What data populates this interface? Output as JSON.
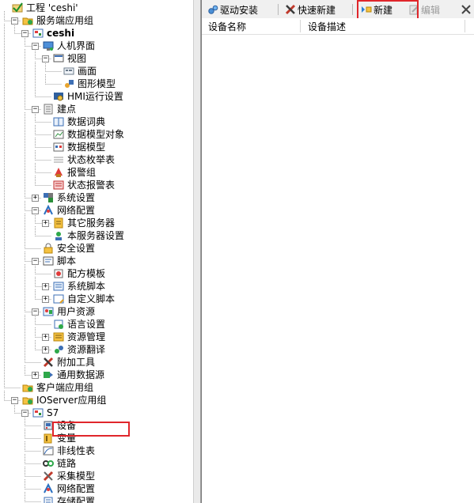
{
  "tree": [
    {
      "label": "工程 'ceshi'",
      "icon": "project-check-icon",
      "toggle": ""
    },
    {
      "label": "服务端应用组",
      "icon": "app-group-icon",
      "toggle": "-"
    },
    {
      "label": "ceshi",
      "icon": "project-node-icon",
      "toggle": "-",
      "bold": true
    },
    {
      "label": "人机界面",
      "icon": "hmi-icon",
      "toggle": "-"
    },
    {
      "label": "视图",
      "icon": "view-icon",
      "toggle": "-"
    },
    {
      "label": "画面",
      "icon": "screen-icon",
      "toggle": ""
    },
    {
      "label": "图形模型",
      "icon": "graphic-model-icon",
      "toggle": ""
    },
    {
      "label": "HMI运行设置",
      "icon": "hmi-settings-icon",
      "toggle": ""
    },
    {
      "label": "建点",
      "icon": "points-icon",
      "toggle": "-"
    },
    {
      "label": "数据词典",
      "icon": "dictionary-icon",
      "toggle": ""
    },
    {
      "label": "数据模型对象",
      "icon": "data-model-object-icon",
      "toggle": ""
    },
    {
      "label": "数据模型",
      "icon": "data-model-icon",
      "toggle": ""
    },
    {
      "label": "状态枚举表",
      "icon": "enum-table-icon",
      "toggle": ""
    },
    {
      "label": "报警组",
      "icon": "alarm-group-icon",
      "toggle": ""
    },
    {
      "label": "状态报警表",
      "icon": "status-alarm-icon",
      "toggle": ""
    },
    {
      "label": "系统设置",
      "icon": "system-settings-icon",
      "toggle": "+"
    },
    {
      "label": "网络配置",
      "icon": "network-config-icon",
      "toggle": "-"
    },
    {
      "label": "其它服务器",
      "icon": "other-server-icon",
      "toggle": "+"
    },
    {
      "label": "本服务器设置",
      "icon": "local-server-icon",
      "toggle": ""
    },
    {
      "label": "安全设置",
      "icon": "security-icon",
      "toggle": ""
    },
    {
      "label": "脚本",
      "icon": "script-icon",
      "toggle": "-"
    },
    {
      "label": "配方模板",
      "icon": "recipe-icon",
      "toggle": ""
    },
    {
      "label": "系统脚本",
      "icon": "system-script-icon",
      "toggle": "+"
    },
    {
      "label": "自定义脚本",
      "icon": "custom-script-icon",
      "toggle": "+"
    },
    {
      "label": "用户资源",
      "icon": "user-resource-icon",
      "toggle": "-"
    },
    {
      "label": "语言设置",
      "icon": "language-icon",
      "toggle": ""
    },
    {
      "label": "资源管理",
      "icon": "resource-manage-icon",
      "toggle": "+"
    },
    {
      "label": "资源翻译",
      "icon": "resource-translate-icon",
      "toggle": "+"
    },
    {
      "label": "附加工具",
      "icon": "tools-icon",
      "toggle": ""
    },
    {
      "label": "通用数据源",
      "icon": "data-source-icon",
      "toggle": "+"
    },
    {
      "label": "客户端应用组",
      "icon": "app-group-icon",
      "toggle": ""
    },
    {
      "label": "IOServer应用组",
      "icon": "app-group-icon",
      "toggle": "-"
    },
    {
      "label": "S7",
      "icon": "project-node-icon",
      "toggle": "-"
    },
    {
      "label": "设备",
      "icon": "device-icon",
      "toggle": ""
    },
    {
      "label": "变量",
      "icon": "variable-icon",
      "toggle": ""
    },
    {
      "label": "非线性表",
      "icon": "nonlinear-table-icon",
      "toggle": ""
    },
    {
      "label": "链路",
      "icon": "link-icon",
      "toggle": ""
    },
    {
      "label": "采集模型",
      "icon": "collect-model-icon",
      "toggle": ""
    },
    {
      "label": "网络配置",
      "icon": "network-config-icon",
      "toggle": ""
    },
    {
      "label": "存储配置",
      "icon": "storage-config-icon",
      "toggle": ""
    }
  ],
  "toolbar": {
    "driver_install": "驱动安装",
    "quick_new": "快速新建",
    "new": "新建",
    "edit": "编辑"
  },
  "table": {
    "columns": [
      "设备名称",
      "设备描述"
    ]
  }
}
